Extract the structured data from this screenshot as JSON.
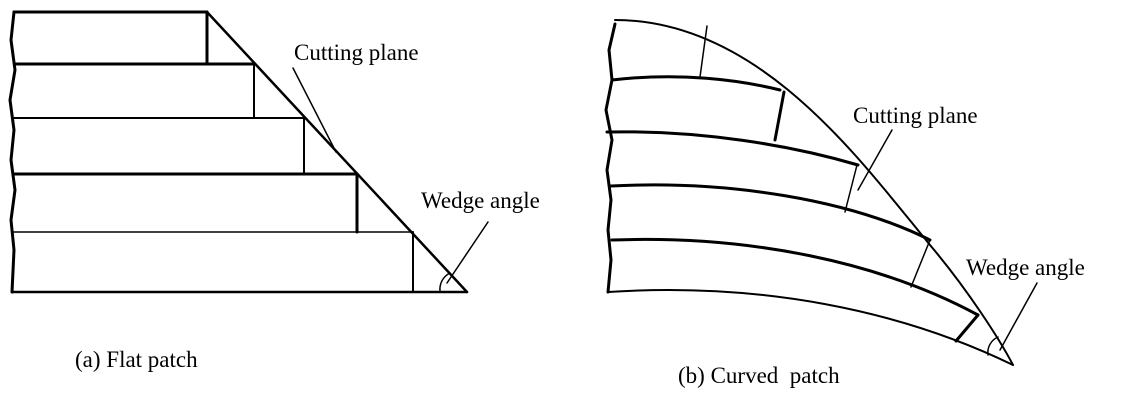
{
  "panels": [
    {
      "id": "a",
      "caption": "(a) Flat patch",
      "cutting_plane_label": "Cutting plane",
      "wedge_angle_label": "Wedge angle"
    },
    {
      "id": "b",
      "caption": "(b) Curved  patch",
      "cutting_plane_label": "Cutting plane",
      "wedge_angle_label": "Wedge angle"
    }
  ]
}
